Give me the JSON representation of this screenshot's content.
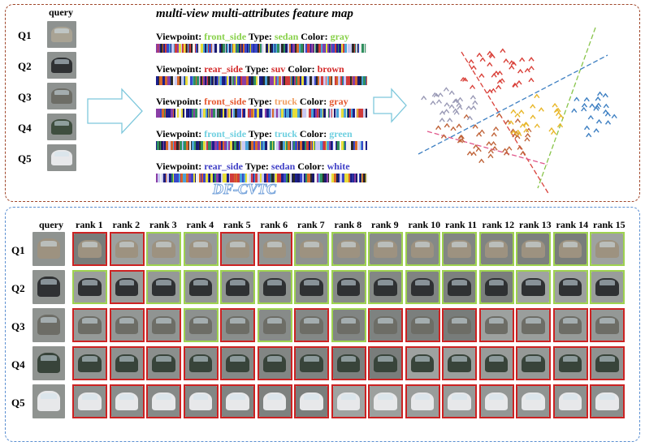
{
  "top": {
    "query_label": "query",
    "query_rows": [
      "Q1",
      "Q2",
      "Q3",
      "Q4",
      "Q5"
    ],
    "heading": "multi-view multi-attributes feature map",
    "attributes": [
      {
        "viewpoint_key": "Viewpoint:",
        "viewpoint": "front_side",
        "type_key": "Type:",
        "type": "sedan",
        "color_key": "Color:",
        "color": "gray",
        "vp_color": "#88d14a",
        "type_color": "#88d14a",
        "col_color": "#88d14a"
      },
      {
        "viewpoint_key": "Viewpoint:",
        "viewpoint": "rear_side",
        "type_key": "Type:",
        "type": "suv",
        "color_key": "Color:",
        "color": "brown",
        "vp_color": "#d42b2b",
        "type_color": "#d42b2b",
        "col_color": "#d42b2b"
      },
      {
        "viewpoint_key": "Viewpoint:",
        "viewpoint": "front_side",
        "type_key": "Type:",
        "type": "truck",
        "color_key": "Color:",
        "color": "gray",
        "vp_color": "#e4572e",
        "type_color": "#f0a064",
        "col_color": "#e4572e"
      },
      {
        "viewpoint_key": "Viewpoint:",
        "viewpoint": "front_side",
        "type_key": "Type:",
        "type": "truck",
        "color_key": "Color:",
        "color": "green",
        "vp_color": "#6fd0e0",
        "type_color": "#6fd0e0",
        "col_color": "#6fd0e0"
      },
      {
        "viewpoint_key": "Viewpoint:",
        "viewpoint": "rear_side",
        "type_key": "Type:",
        "type": "sedan",
        "color_key": "Color:",
        "color": "white",
        "vp_color": "#3f3fc6",
        "type_color": "#3f3fc6",
        "col_color": "#3f3fc6"
      }
    ],
    "method_label": "DF-CVTC",
    "cluster_colors": [
      "#d9413a",
      "#c0643a",
      "#9a9ab6",
      "#e8b72a",
      "#3d7fc2"
    ]
  },
  "bottom": {
    "query_label": "query",
    "rank_labels": [
      "rank 1",
      "rank 2",
      "rank 3",
      "rank 4",
      "rank 5",
      "rank 6",
      "rank 7",
      "rank 8",
      "rank 9",
      "rank 10",
      "rank 11",
      "rank 12",
      "rank 13",
      "rank 14",
      "rank 15"
    ],
    "rows": [
      {
        "label": "Q1",
        "car_color": "#9d9280",
        "matches": [
          false,
          false,
          true,
          true,
          false,
          false,
          true,
          true,
          true,
          true,
          true,
          true,
          true,
          true,
          true
        ]
      },
      {
        "label": "Q2",
        "car_color": "#2f3133",
        "matches": [
          true,
          false,
          true,
          true,
          true,
          true,
          true,
          true,
          true,
          true,
          true,
          true,
          true,
          true,
          true
        ]
      },
      {
        "label": "Q3",
        "car_color": "#6d6d66",
        "matches": [
          false,
          false,
          false,
          true,
          false,
          true,
          false,
          true,
          false,
          false,
          false,
          false,
          false,
          false,
          false
        ]
      },
      {
        "label": "Q4",
        "car_color": "#38443a",
        "matches": [
          false,
          false,
          false,
          false,
          false,
          false,
          false,
          false,
          false,
          false,
          false,
          false,
          false,
          false,
          false
        ]
      },
      {
        "label": "Q5",
        "car_color": "#e7e8ea",
        "matches": [
          false,
          false,
          false,
          false,
          false,
          false,
          false,
          false,
          false,
          false,
          false,
          false,
          false,
          false,
          false
        ]
      }
    ]
  }
}
